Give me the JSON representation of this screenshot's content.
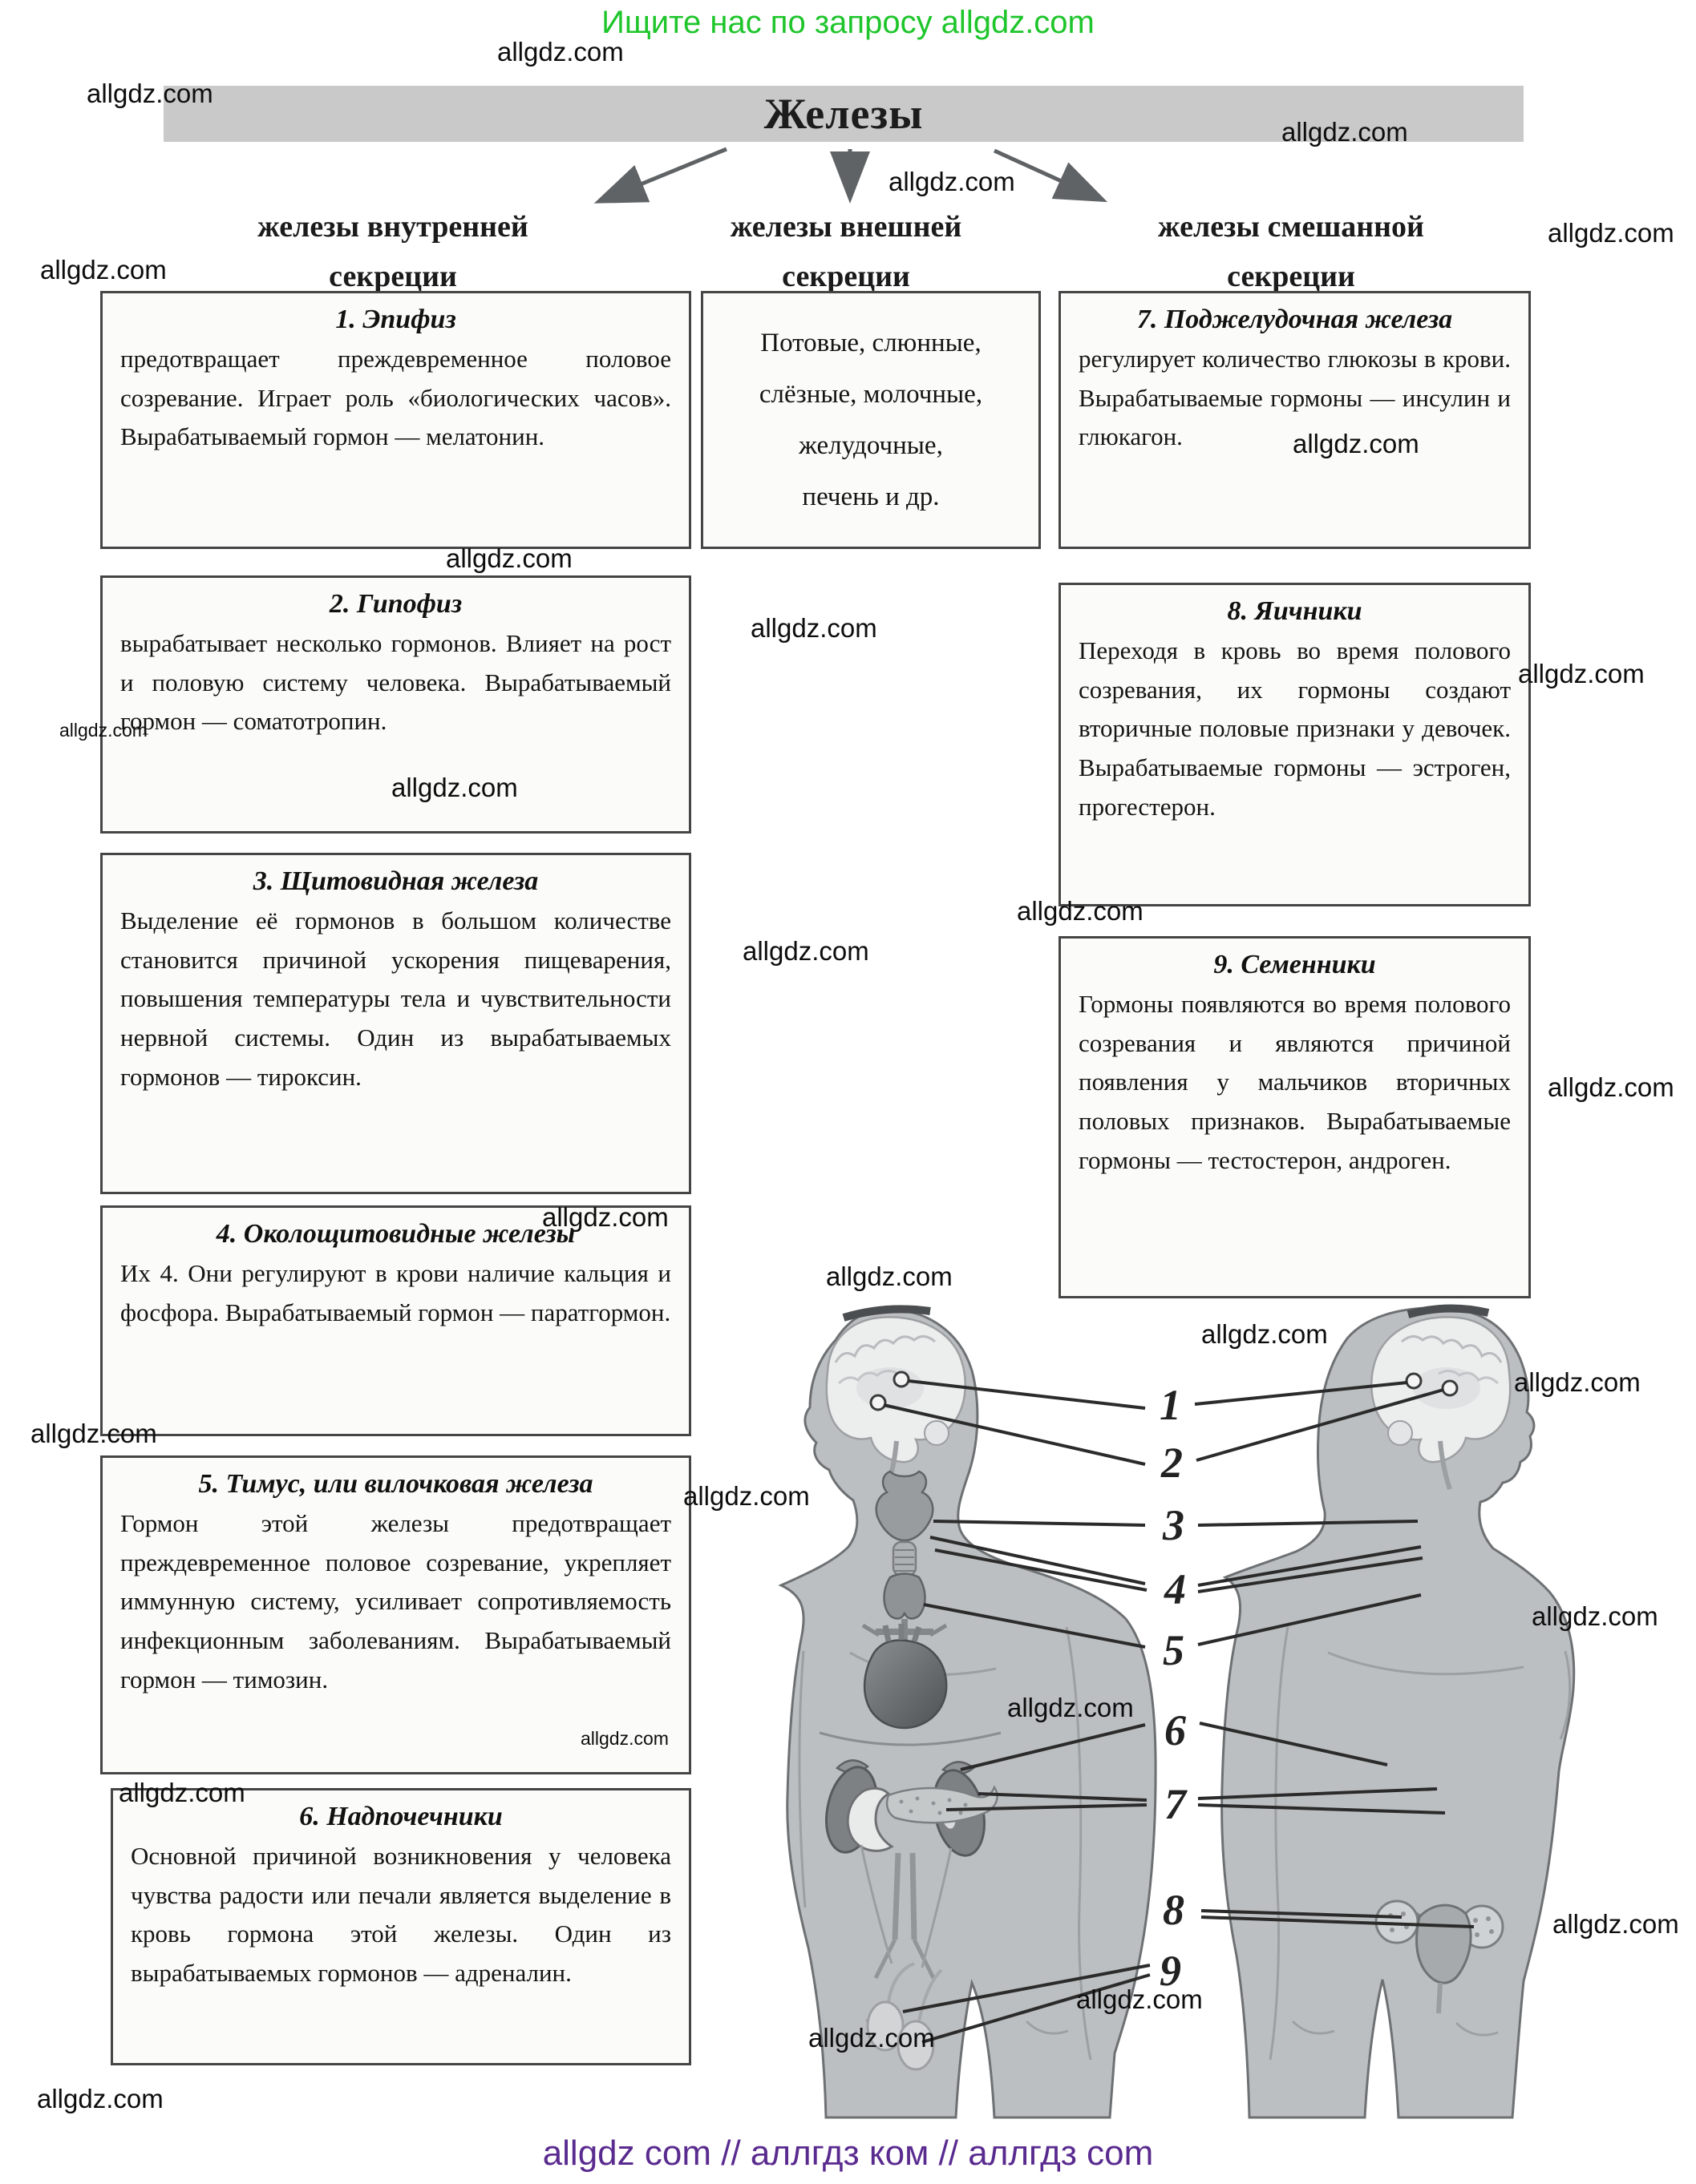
{
  "promo": {
    "header_text": "Ищите нас по запросу allgdz.com",
    "watermark": "allgdz.com",
    "footer_text": "allgdz com  //  аллгдз ком  //  аллгдз com"
  },
  "banner": {
    "title": "Железы"
  },
  "branches": [
    {
      "line1": "железы внутренней",
      "line2": "секреции"
    },
    {
      "line1": "железы внешней",
      "line2": "секреции"
    },
    {
      "line1": "железы смешанной",
      "line2": "секреции"
    }
  ],
  "boxes": {
    "epiphysis": {
      "title": "1. Эпифиз",
      "text": "предотвращает преждевременное половое созревание. Играет роль «биологических часов». Вырабатываемый гормон — мелатонин."
    },
    "hypophysis": {
      "title": "2. Гипофиз",
      "text": "вырабатывает несколько гормонов. Влияет на рост и половую систему человека. Вырабатываемый гормон — соматотропин."
    },
    "thyroid": {
      "title": "3. Щитовидная железа",
      "text": "Выделение её гормонов в большом количестве становится причиной ускорения пищеварения, повышения температуры тела и чувствительности нервной системы. Один из вырабатываемых гормонов — тироксин."
    },
    "parathyroid": {
      "title": "4. Околощитовидные железы",
      "text": "Их 4. Они регулируют в крови наличие кальция и фосфора. Вырабатываемый гормон — паратгормон."
    },
    "thymus": {
      "title": "5. Тимус, или вилочковая железа",
      "text": "Гормон этой железы предотвращает преждевременное половое созревание, укрепляет иммунную систему, усиливает сопротивляемость инфекционным заболеваниям. Вырабатываемый гормон — тимозин."
    },
    "adrenals": {
      "title": "6. Надпочечники",
      "text": "Основной причиной возникновения у человека чувства радости или печали является выделение в кровь гормона этой железы. Один из вырабатываемых гормонов — адреналин."
    },
    "external_glands": {
      "lines": [
        "Потовые, слюнные,",
        "слёзные, молочные,",
        "желудочные,",
        "печень и др."
      ]
    },
    "pancreas": {
      "title": "7. Поджелудочная железа",
      "text": "регулирует количество глюкозы в крови. Вырабатываемые гормоны — инсулин и глюкагон."
    },
    "ovaries": {
      "title": "8. Яичники",
      "text": "Переходя в кровь во время полового созревания, их гормоны создают вторичные половые признаки у девочек. Вырабатываемые гормоны — эстроген, прогестерон."
    },
    "testes": {
      "title": "9. Семенники",
      "text": "Гормоны появляются во время полового созревания и являются причиной появления у мальчиков вторичных половых признаков. Вырабатываемые гормоны — тестостерон, андроген."
    }
  },
  "figure_numbers": [
    "1",
    "2",
    "3",
    "4",
    "5",
    "6",
    "7",
    "8",
    "9"
  ],
  "colors": {
    "promo_green": "#1ec52b",
    "promo_purple": "#5a2b8f",
    "banner_gray": "#c9c9c9",
    "body_gray": "#bcbfc1"
  }
}
